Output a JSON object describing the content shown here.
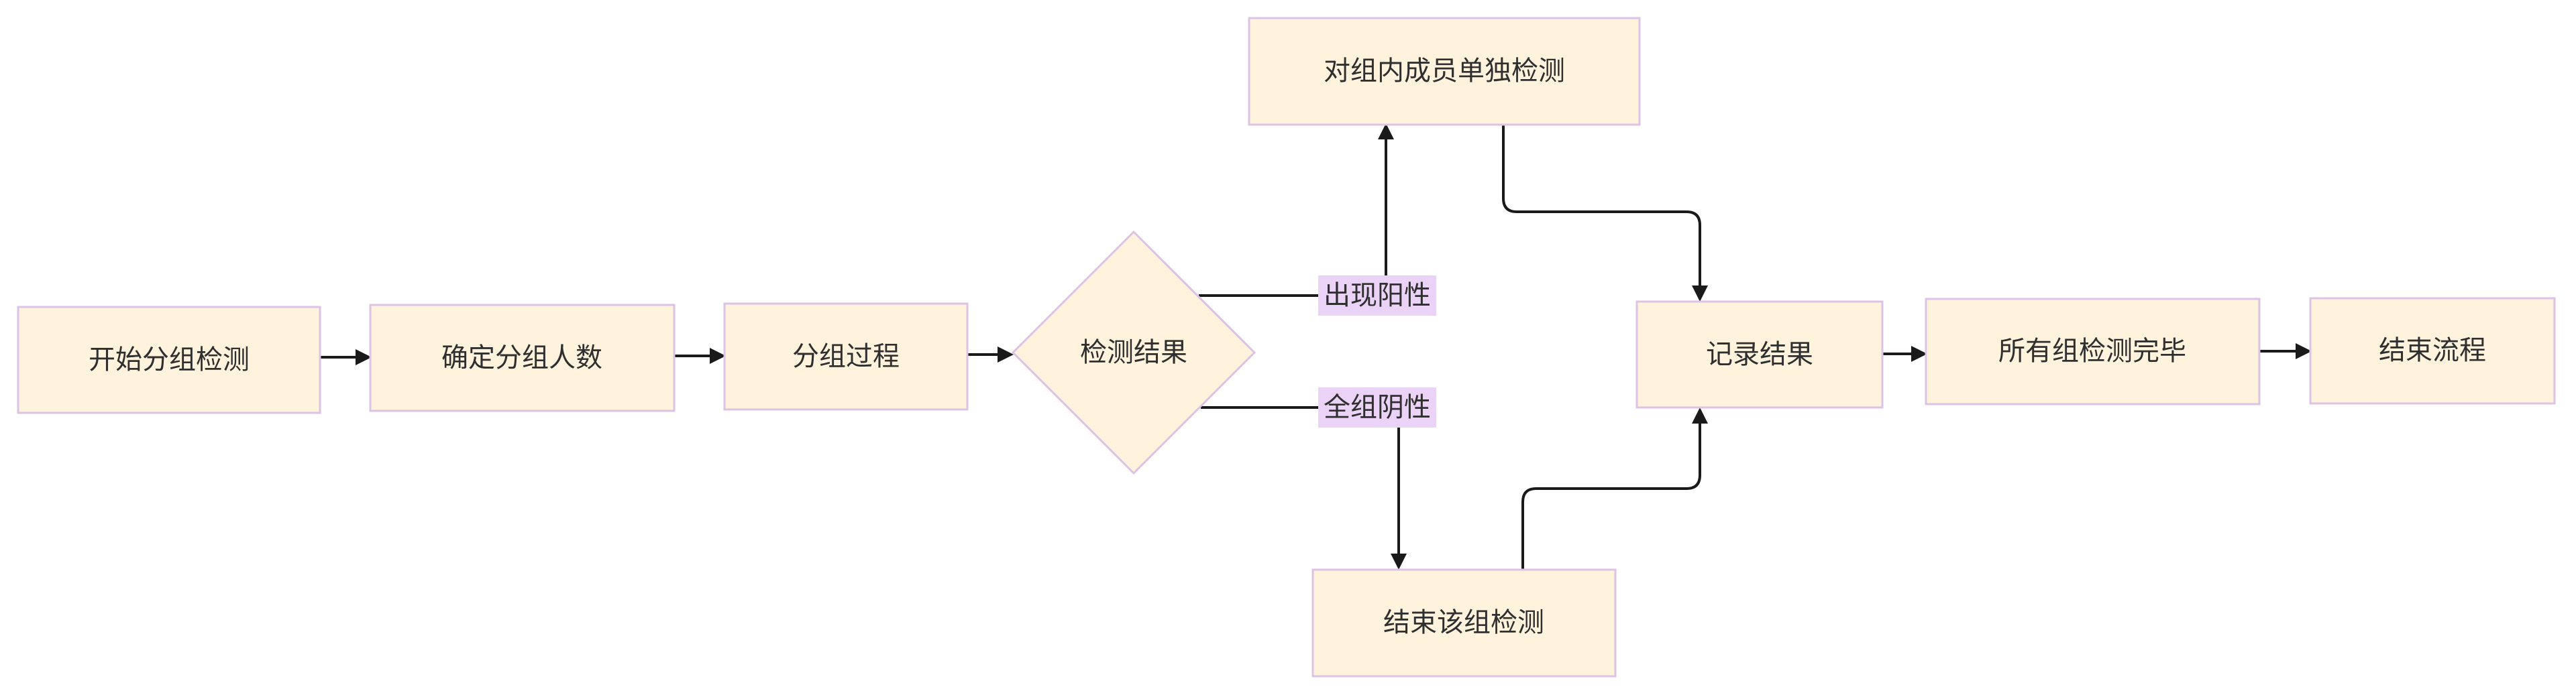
{
  "flowchart": {
    "nodes": {
      "start": "开始分组检测",
      "group_size": "确定分组人数",
      "grouping": "分组过程",
      "test_result": "检测结果",
      "individual_test": "对组内成员单独检测",
      "end_group": "结束该组检测",
      "record": "记录结果",
      "all_done": "所有组检测完毕",
      "end": "结束流程"
    },
    "edge_labels": {
      "positive": "出现阳性",
      "negative": "全组阴性"
    }
  },
  "colors": {
    "node_fill": "#fff3dd",
    "node_border": "#dcc3e6",
    "edge_label_fill": "#ead3f6",
    "edge_stroke": "#1a1a1a",
    "text": "#2f2f2f"
  }
}
